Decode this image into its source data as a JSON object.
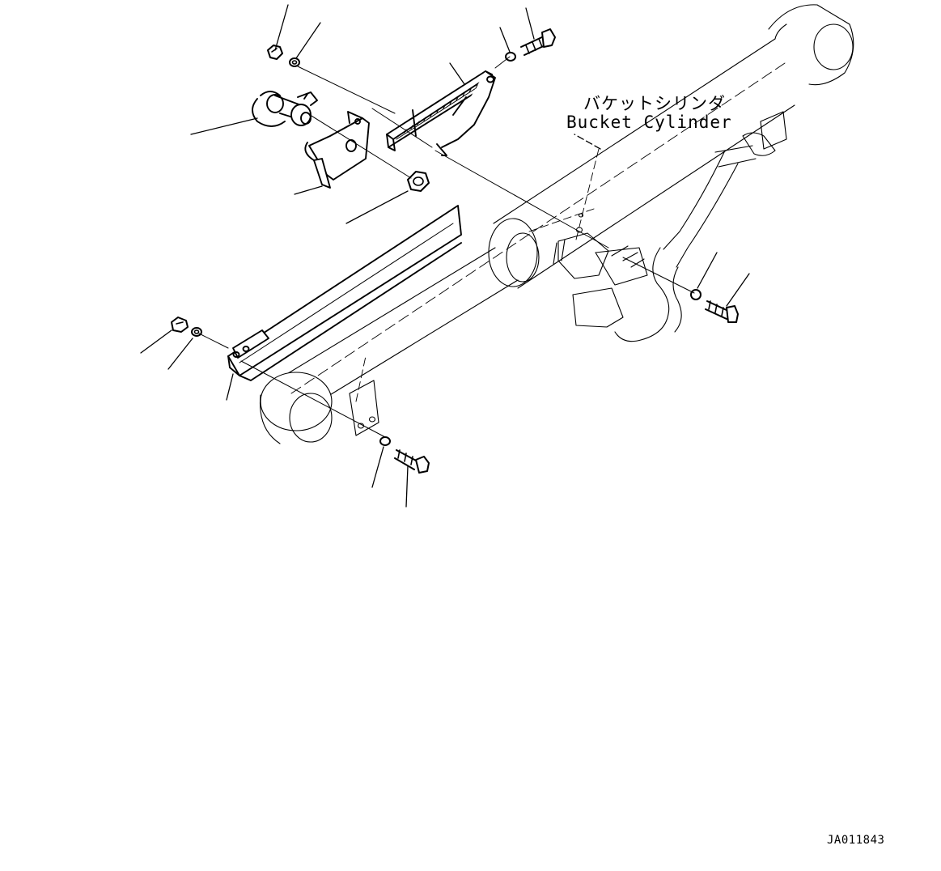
{
  "diagram": {
    "label_jp": "バケットシリンダ",
    "label_en": "Bucket Cylinder",
    "drawing_id": "JA011843"
  },
  "colors": {
    "line": "#000000",
    "background": "#ffffff",
    "part_fill": "#ffffff"
  }
}
